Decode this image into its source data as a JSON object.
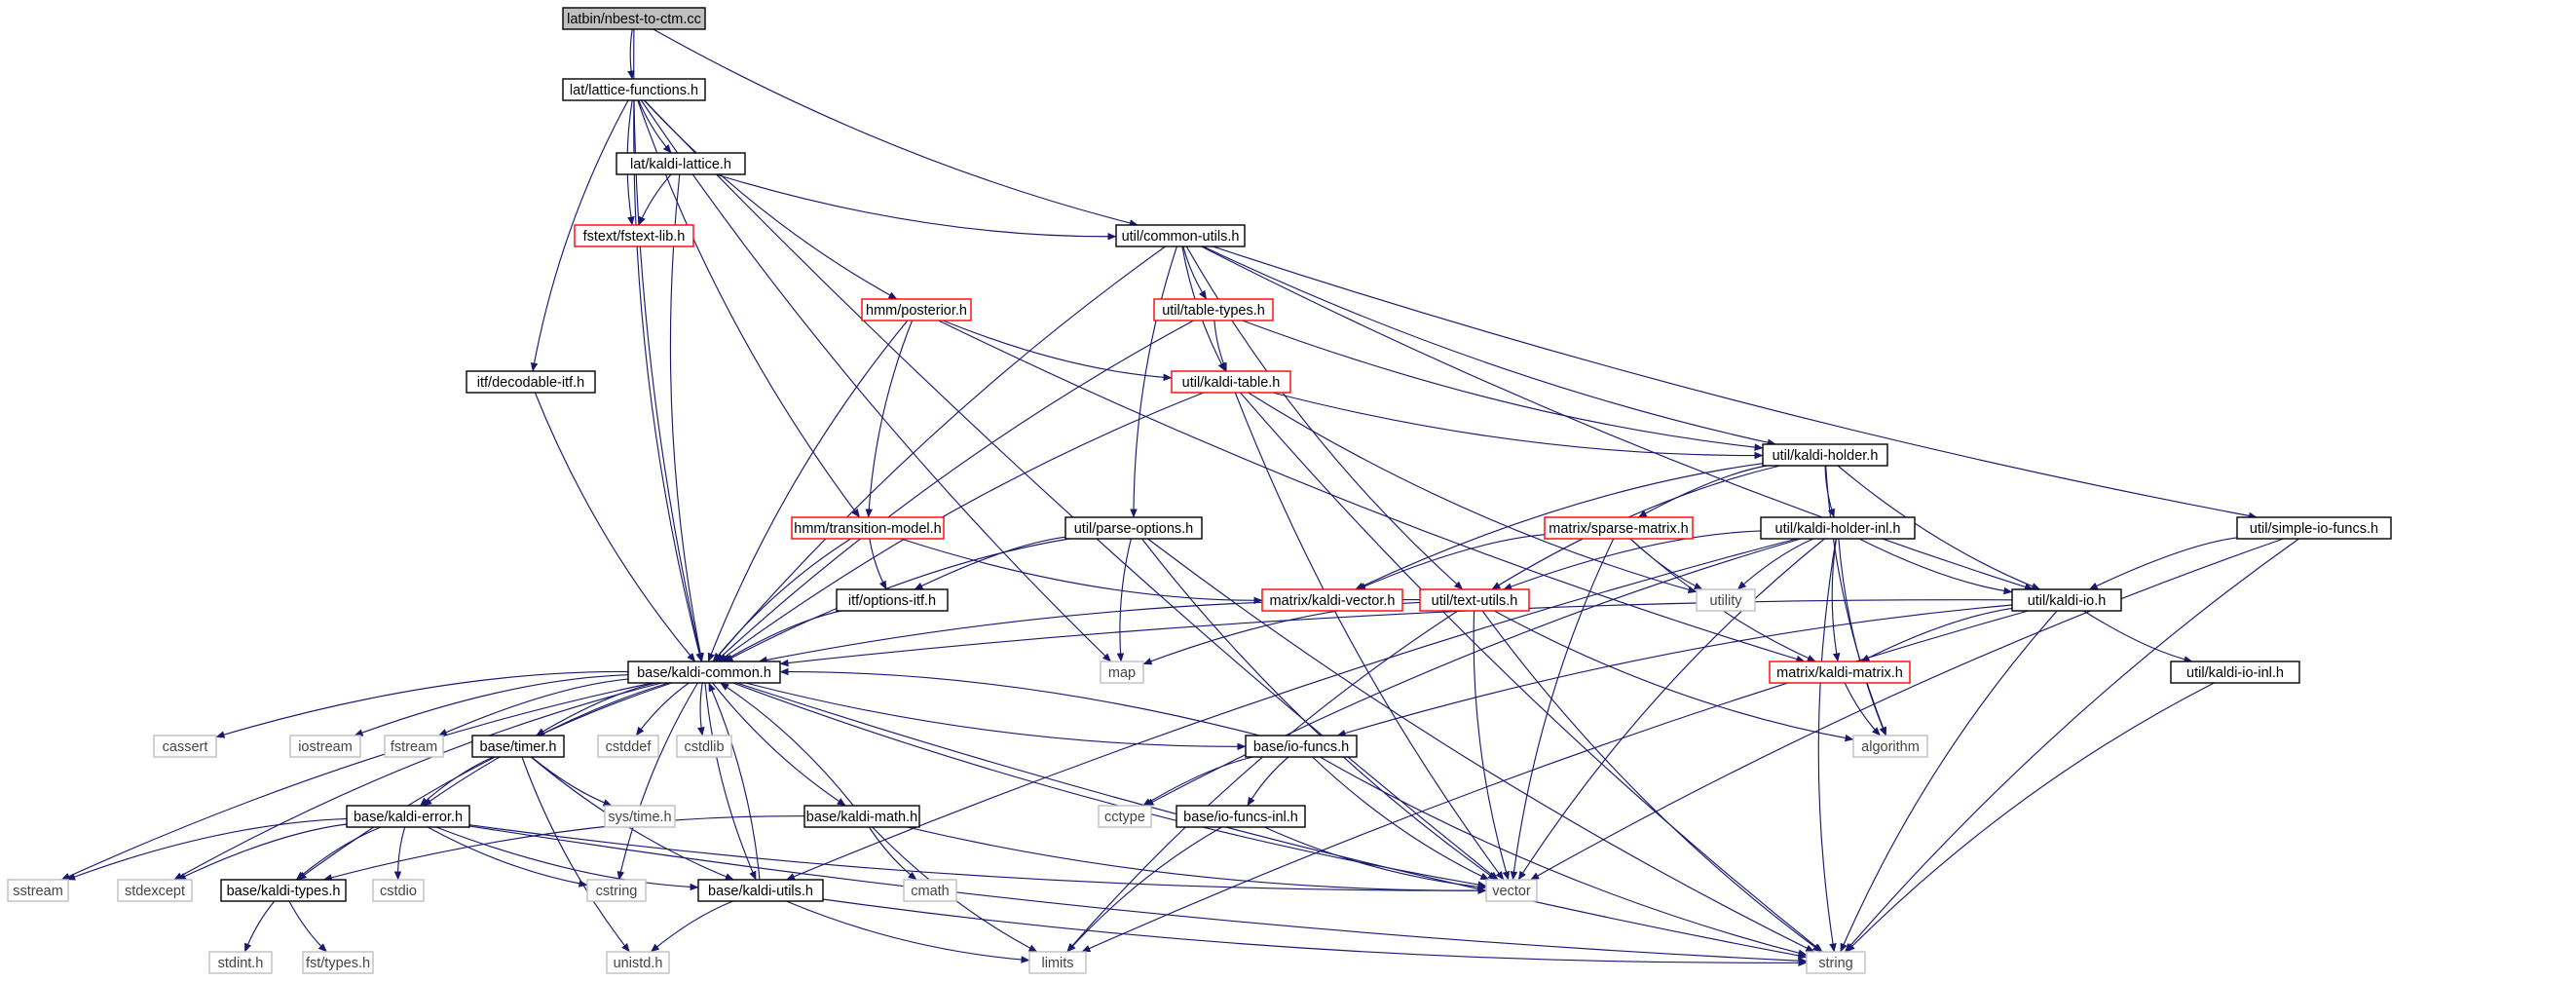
{
  "diagram": {
    "type": "include-dependency-graph",
    "colors": {
      "edge": "#191970",
      "root_fill": "#bfbfbf",
      "node_border": "#000000",
      "truncated_border": "#ff0000",
      "external_border": "#bfbfbf",
      "external_text": "#444444"
    },
    "nodes": [
      {
        "id": "nbest",
        "label": "latbin/nbest-to-ctm.cc",
        "kind": "root"
      },
      {
        "id": "latfunc",
        "label": "lat/lattice-functions.h",
        "kind": "normal"
      },
      {
        "id": "kaldilattice",
        "label": "lat/kaldi-lattice.h",
        "kind": "normal"
      },
      {
        "id": "fstextlib",
        "label": "fstext/fstext-lib.h",
        "kind": "truncated"
      },
      {
        "id": "commonutils",
        "label": "util/common-utils.h",
        "kind": "normal"
      },
      {
        "id": "posterior",
        "label": "hmm/posterior.h",
        "kind": "truncated"
      },
      {
        "id": "tabletypes",
        "label": "util/table-types.h",
        "kind": "truncated"
      },
      {
        "id": "kalditable",
        "label": "util/kaldi-table.h",
        "kind": "truncated"
      },
      {
        "id": "decodable",
        "label": "itf/decodable-itf.h",
        "kind": "normal"
      },
      {
        "id": "kaldiholder",
        "label": "util/kaldi-holder.h",
        "kind": "normal"
      },
      {
        "id": "transmodel",
        "label": "hmm/transition-model.h",
        "kind": "truncated"
      },
      {
        "id": "parseopts",
        "label": "util/parse-options.h",
        "kind": "normal"
      },
      {
        "id": "sparsematrix",
        "label": "matrix/sparse-matrix.h",
        "kind": "truncated"
      },
      {
        "id": "holderinl",
        "label": "util/kaldi-holder-inl.h",
        "kind": "normal"
      },
      {
        "id": "simpleio",
        "label": "util/simple-io-funcs.h",
        "kind": "normal"
      },
      {
        "id": "optionsitf",
        "label": "itf/options-itf.h",
        "kind": "normal"
      },
      {
        "id": "kaldivector",
        "label": "matrix/kaldi-vector.h",
        "kind": "truncated"
      },
      {
        "id": "textutils",
        "label": "util/text-utils.h",
        "kind": "truncated"
      },
      {
        "id": "utility",
        "label": "utility",
        "kind": "external"
      },
      {
        "id": "kaldiio",
        "label": "util/kaldi-io.h",
        "kind": "normal"
      },
      {
        "id": "kaldicommon",
        "label": "base/kaldi-common.h",
        "kind": "normal"
      },
      {
        "id": "map",
        "label": "map",
        "kind": "external"
      },
      {
        "id": "kaldimatrix",
        "label": "matrix/kaldi-matrix.h",
        "kind": "truncated"
      },
      {
        "id": "kaldiioinl",
        "label": "util/kaldi-io-inl.h",
        "kind": "normal"
      },
      {
        "id": "cassert",
        "label": "cassert",
        "kind": "external"
      },
      {
        "id": "iostream",
        "label": "iostream",
        "kind": "external"
      },
      {
        "id": "fstream",
        "label": "fstream",
        "kind": "external"
      },
      {
        "id": "timer",
        "label": "base/timer.h",
        "kind": "normal"
      },
      {
        "id": "cstddef",
        "label": "cstddef",
        "kind": "external"
      },
      {
        "id": "cstdlib",
        "label": "cstdlib",
        "kind": "external"
      },
      {
        "id": "iofuncs",
        "label": "base/io-funcs.h",
        "kind": "normal"
      },
      {
        "id": "algorithm",
        "label": "algorithm",
        "kind": "external"
      },
      {
        "id": "systime",
        "label": "sys/time.h",
        "kind": "external"
      },
      {
        "id": "cctype",
        "label": "cctype",
        "kind": "external"
      },
      {
        "id": "kaldierror",
        "label": "base/kaldi-error.h",
        "kind": "normal"
      },
      {
        "id": "kaldimath",
        "label": "base/kaldi-math.h",
        "kind": "normal"
      },
      {
        "id": "iofuncsinl",
        "label": "base/io-funcs-inl.h",
        "kind": "normal"
      },
      {
        "id": "vector",
        "label": "vector",
        "kind": "external"
      },
      {
        "id": "cmath",
        "label": "cmath",
        "kind": "external"
      },
      {
        "id": "sstream",
        "label": "sstream",
        "kind": "external"
      },
      {
        "id": "stdexcept",
        "label": "stdexcept",
        "kind": "external"
      },
      {
        "id": "kalditypes",
        "label": "base/kaldi-types.h",
        "kind": "normal"
      },
      {
        "id": "cstdio",
        "label": "cstdio",
        "kind": "external"
      },
      {
        "id": "cstring",
        "label": "cstring",
        "kind": "external"
      },
      {
        "id": "kaldiutils",
        "label": "base/kaldi-utils.h",
        "kind": "normal"
      },
      {
        "id": "stdint",
        "label": "stdint.h",
        "kind": "external"
      },
      {
        "id": "fsttypes",
        "label": "fst/types.h",
        "kind": "external"
      },
      {
        "id": "unistd",
        "label": "unistd.h",
        "kind": "external"
      },
      {
        "id": "limits",
        "label": "limits",
        "kind": "external"
      },
      {
        "id": "string",
        "label": "string",
        "kind": "external"
      }
    ],
    "edges": [
      [
        "nbest",
        "latfunc"
      ],
      [
        "nbest",
        "commonutils"
      ],
      [
        "nbest",
        "kaldicommon"
      ],
      [
        "latfunc",
        "kaldilattice"
      ],
      [
        "latfunc",
        "fstextlib"
      ],
      [
        "latfunc",
        "posterior"
      ],
      [
        "latfunc",
        "decodable"
      ],
      [
        "latfunc",
        "transmodel"
      ],
      [
        "latfunc",
        "kaldicommon"
      ],
      [
        "latfunc",
        "map"
      ],
      [
        "latfunc",
        "vector"
      ],
      [
        "kaldilattice",
        "fstextlib"
      ],
      [
        "kaldilattice",
        "commonutils"
      ],
      [
        "kaldilattice",
        "kaldicommon"
      ],
      [
        "commonutils",
        "tabletypes"
      ],
      [
        "commonutils",
        "kalditable"
      ],
      [
        "commonutils",
        "parseopts"
      ],
      [
        "commonutils",
        "kaldiholder"
      ],
      [
        "commonutils",
        "textutils"
      ],
      [
        "commonutils",
        "kaldiio"
      ],
      [
        "commonutils",
        "simpleio"
      ],
      [
        "commonutils",
        "kaldicommon"
      ],
      [
        "posterior",
        "kalditable"
      ],
      [
        "posterior",
        "transmodel"
      ],
      [
        "posterior",
        "kaldicommon"
      ],
      [
        "posterior",
        "kaldimatrix"
      ],
      [
        "tabletypes",
        "kalditable"
      ],
      [
        "tabletypes",
        "kaldiholder"
      ],
      [
        "tabletypes",
        "kaldicommon"
      ],
      [
        "kalditable",
        "kaldiholder"
      ],
      [
        "kalditable",
        "kaldicommon"
      ],
      [
        "kalditable",
        "utility"
      ],
      [
        "kalditable",
        "vector"
      ],
      [
        "kalditable",
        "string"
      ],
      [
        "decodable",
        "kaldicommon"
      ],
      [
        "kaldiholder",
        "holderinl"
      ],
      [
        "kaldiholder",
        "sparsematrix"
      ],
      [
        "kaldiholder",
        "kaldiio"
      ],
      [
        "kaldiholder",
        "textutils"
      ],
      [
        "kaldiholder",
        "kaldivector"
      ],
      [
        "kaldiholder",
        "algorithm"
      ],
      [
        "transmodel",
        "optionsitf"
      ],
      [
        "transmodel",
        "kaldicommon"
      ],
      [
        "transmodel",
        "kaldivector"
      ],
      [
        "parseopts",
        "optionsitf"
      ],
      [
        "parseopts",
        "kaldicommon"
      ],
      [
        "parseopts",
        "map"
      ],
      [
        "parseopts",
        "vector"
      ],
      [
        "parseopts",
        "string"
      ],
      [
        "sparsematrix",
        "kaldivector"
      ],
      [
        "sparsematrix",
        "kaldimatrix"
      ],
      [
        "sparsematrix",
        "utility"
      ],
      [
        "sparsematrix",
        "vector"
      ],
      [
        "holderinl",
        "kaldiio"
      ],
      [
        "holderinl",
        "textutils"
      ],
      [
        "holderinl",
        "utility"
      ],
      [
        "holderinl",
        "kaldimatrix"
      ],
      [
        "holderinl",
        "algorithm"
      ],
      [
        "holderinl",
        "vector"
      ],
      [
        "holderinl",
        "string"
      ],
      [
        "holderinl",
        "cctype"
      ],
      [
        "holderinl",
        "kaldiutils"
      ],
      [
        "simpleio",
        "kaldiio"
      ],
      [
        "simpleio",
        "vector"
      ],
      [
        "simpleio",
        "string"
      ],
      [
        "optionsitf",
        "kaldicommon"
      ],
      [
        "textutils",
        "kaldicommon"
      ],
      [
        "textutils",
        "map"
      ],
      [
        "textutils",
        "algorithm"
      ],
      [
        "textutils",
        "vector"
      ],
      [
        "textutils",
        "string"
      ],
      [
        "textutils",
        "limits"
      ],
      [
        "kaldiio",
        "kaldicommon"
      ],
      [
        "kaldiio",
        "kaldimatrix"
      ],
      [
        "kaldiio",
        "kaldiioinl"
      ],
      [
        "kaldiio",
        "iofuncs"
      ],
      [
        "kaldiio",
        "string"
      ],
      [
        "kaldiio",
        "limits"
      ],
      [
        "kaldiioinl",
        "string"
      ],
      [
        "kaldicommon",
        "cassert"
      ],
      [
        "kaldicommon",
        "iostream"
      ],
      [
        "kaldicommon",
        "fstream"
      ],
      [
        "kaldicommon",
        "timer"
      ],
      [
        "kaldicommon",
        "cstddef"
      ],
      [
        "kaldicommon",
        "cstdlib"
      ],
      [
        "kaldicommon",
        "iofuncs"
      ],
      [
        "kaldicommon",
        "kaldierror"
      ],
      [
        "kaldicommon",
        "kaldimath"
      ],
      [
        "kaldicommon",
        "kaldiutils"
      ],
      [
        "kaldicommon",
        "sstream"
      ],
      [
        "kaldicommon",
        "stdexcept"
      ],
      [
        "kaldicommon",
        "kalditypes"
      ],
      [
        "kaldicommon",
        "cstring"
      ],
      [
        "kaldicommon",
        "vector"
      ],
      [
        "kaldicommon",
        "string"
      ],
      [
        "kaldimatrix",
        "algorithm"
      ],
      [
        "timer",
        "kaldierror"
      ],
      [
        "timer",
        "systime"
      ],
      [
        "timer",
        "unistd"
      ],
      [
        "timer",
        "kaldiutils"
      ],
      [
        "iofuncs",
        "kaldicommon"
      ],
      [
        "iofuncs",
        "iofuncsinl"
      ],
      [
        "iofuncs",
        "cctype"
      ],
      [
        "iofuncs",
        "vector"
      ],
      [
        "iofuncs",
        "string"
      ],
      [
        "kaldierror",
        "sstream"
      ],
      [
        "kaldierror",
        "stdexcept"
      ],
      [
        "kaldierror",
        "kalditypes"
      ],
      [
        "kaldierror",
        "cstdio"
      ],
      [
        "kaldierror",
        "cstring"
      ],
      [
        "kaldierror",
        "kaldiutils"
      ],
      [
        "kaldierror",
        "vector"
      ],
      [
        "kaldierror",
        "string"
      ],
      [
        "kaldimath",
        "kaldicommon"
      ],
      [
        "kaldimath",
        "kalditypes"
      ],
      [
        "kaldimath",
        "cmath"
      ],
      [
        "kaldimath",
        "limits"
      ],
      [
        "kaldimath",
        "vector"
      ],
      [
        "iofuncsinl",
        "limits"
      ],
      [
        "iofuncsinl",
        "vector"
      ],
      [
        "kalditypes",
        "stdint"
      ],
      [
        "kalditypes",
        "fsttypes"
      ],
      [
        "kaldiutils",
        "kaldicommon"
      ],
      [
        "kaldiutils",
        "unistd"
      ],
      [
        "kaldiutils",
        "limits"
      ],
      [
        "kaldiutils",
        "string"
      ]
    ]
  }
}
